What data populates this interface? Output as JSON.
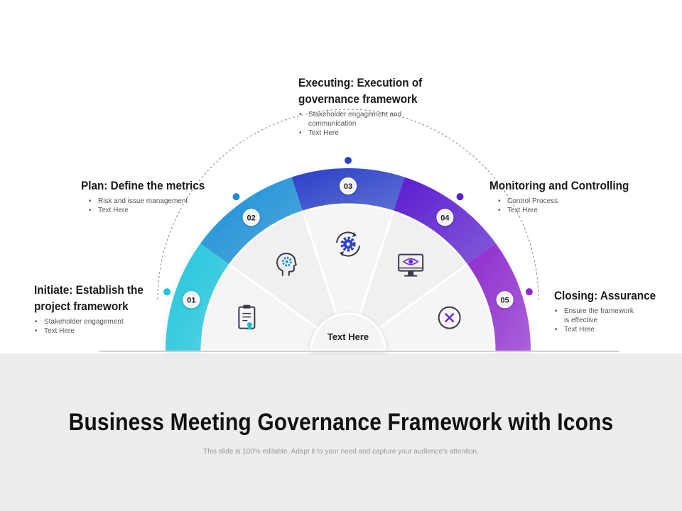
{
  "diagram": {
    "center_label": "Text Here",
    "colors": {
      "seg1": "#21c6dc",
      "seg2": "#1b8fd6",
      "seg3": "#2a40c8",
      "seg4": "#5b1fd0",
      "seg5": "#8e2ccf",
      "inner": "#f5f5f5",
      "divider": "#ffffff",
      "icon": "#3a3a4a",
      "icon_accent": "#6b2ad1"
    },
    "steps": [
      {
        "number": "01",
        "title": "Initiate: Establish the project framework",
        "bullets": [
          "Stakeholder engagement",
          "Text Here"
        ],
        "icon": "clipboard-certificate-icon"
      },
      {
        "number": "02",
        "title": "Plan: Define the metrics",
        "bullets": [
          "Risk and issue management",
          "Text Here"
        ],
        "icon": "head-gear-icon"
      },
      {
        "number": "03",
        "title": "Executing: Execution of governance framework",
        "bullets": [
          "Stakeholder engagement and communication",
          "Text Here"
        ],
        "icon": "gear-cycle-icon"
      },
      {
        "number": "04",
        "title": "Monitoring and Controlling",
        "bullets": [
          "Control Process",
          "Text Here"
        ],
        "icon": "monitor-eye-icon"
      },
      {
        "number": "05",
        "title": "Closing: Assurance",
        "bullets": [
          "Ensure the framework is effective",
          "Text Here"
        ],
        "icon": "close-circle-icon"
      }
    ]
  },
  "footer": {
    "title": "Business Meeting Governance Framework with Icons",
    "subtitle": "This slide is 100% editable. Adapt it to your need and capture your audience's attention."
  }
}
